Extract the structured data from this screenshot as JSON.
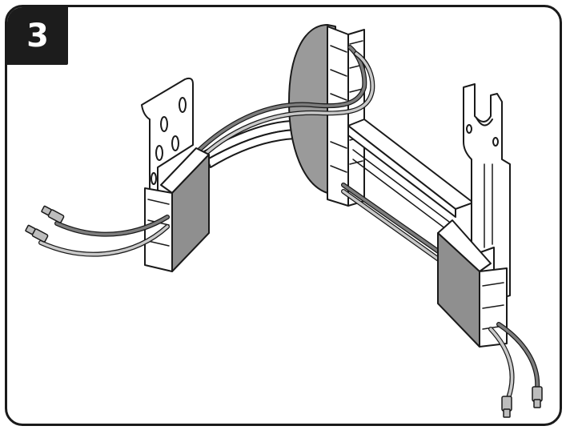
{
  "step": {
    "number": "3"
  },
  "colors": {
    "outline": "#1a1a1a",
    "block_fill": "#8f8f8f",
    "block_side": "#a8a8a8",
    "cable_dark": "#7d7d7d",
    "cable_light": "#c9c9c9",
    "bracket_fill": "#ffffff",
    "disc_fill": "#9a9a9a"
  },
  "icons": [
    "wall-bracket-left",
    "wall-bracket-right",
    "round-plate",
    "cable-clip",
    "coax-connector"
  ]
}
